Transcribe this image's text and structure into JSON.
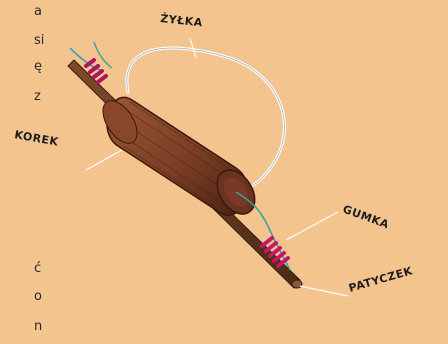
{
  "text_edge_fragments": [
    "a",
    "si",
    "ę",
    "z",
    "ć",
    "o",
    "n"
  ],
  "labels": {
    "line": "ŻYŁKA",
    "cork": "KOREK",
    "rubber": "GUMKA",
    "stick": "PATYCZEK"
  },
  "colors": {
    "background": "#f4c48f",
    "cork_body": "#8a4a2c",
    "cork_dark": "#5c2c18",
    "stick": "#6b3b22",
    "rubber_band": "#c2186b",
    "line_wire": "#ffffff"
  }
}
